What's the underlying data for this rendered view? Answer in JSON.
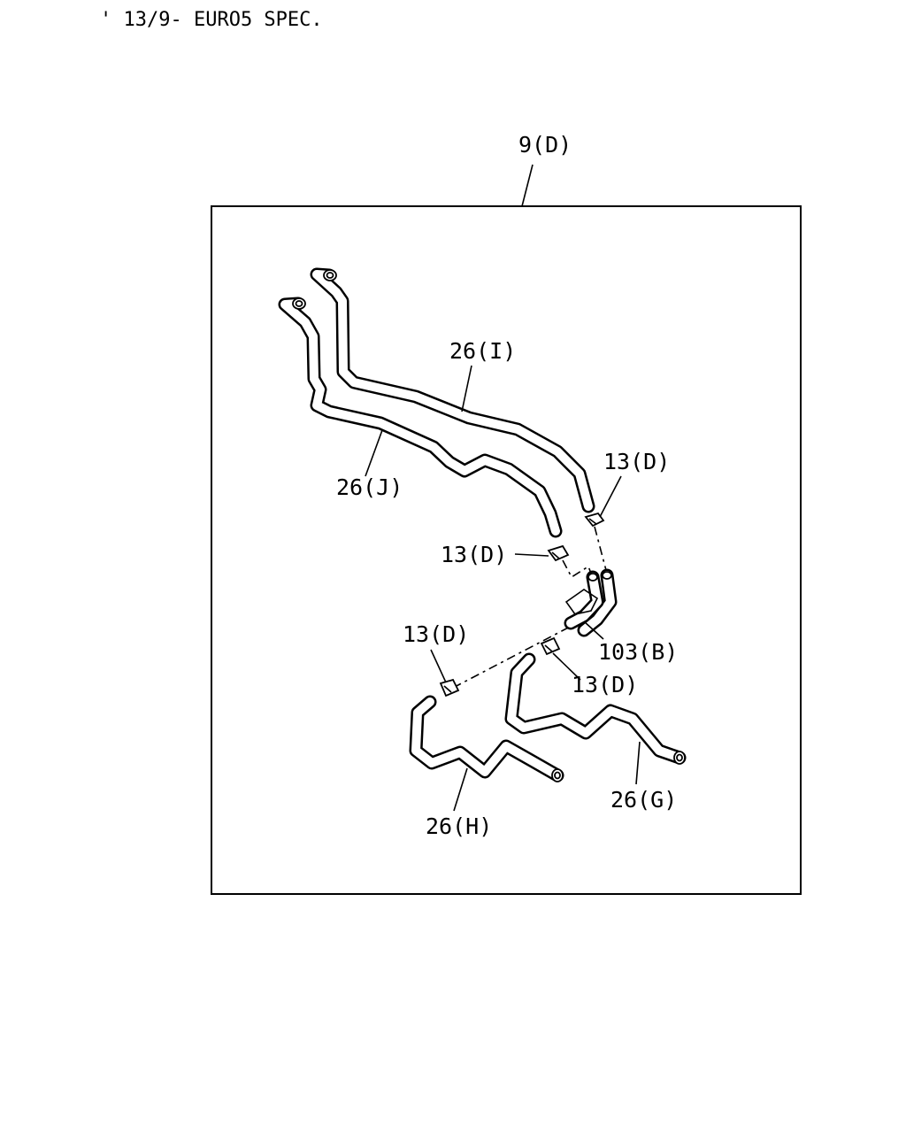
{
  "header": {
    "spec": "' 13/9- EURO5 SPEC."
  },
  "callouts": {
    "assembly": "9(D)",
    "hose_i": "26(I)",
    "hose_j": "26(J)",
    "clip_upper_right": "13(D)",
    "clip_middle_left": "13(D)",
    "clip_lower_left": "13(D)",
    "clip_lower_right": "13(D)",
    "bracket": "103(B)",
    "hose_g": "26(G)",
    "hose_h": "26(H)"
  }
}
